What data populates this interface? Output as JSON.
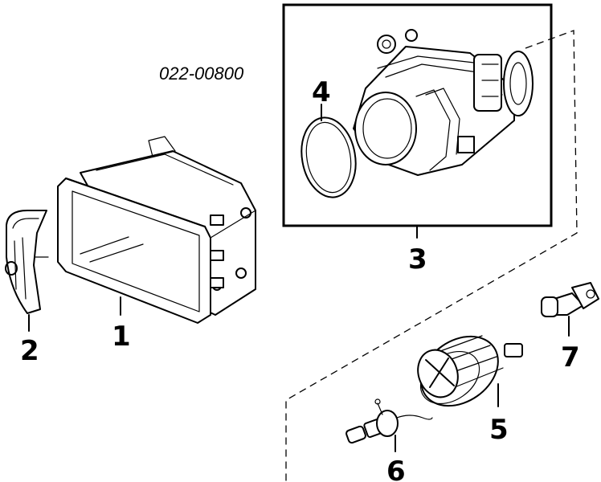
{
  "diagram": {
    "reference_code": "022-00800",
    "callouts": {
      "headlamp_assembly": "1",
      "side_trim": "2",
      "fog_lamp_assembly": "3",
      "gasket_ring": "4",
      "bulb_socket": "5",
      "halogen_bulb": "6",
      "side_marker_bulb": "7"
    }
  }
}
